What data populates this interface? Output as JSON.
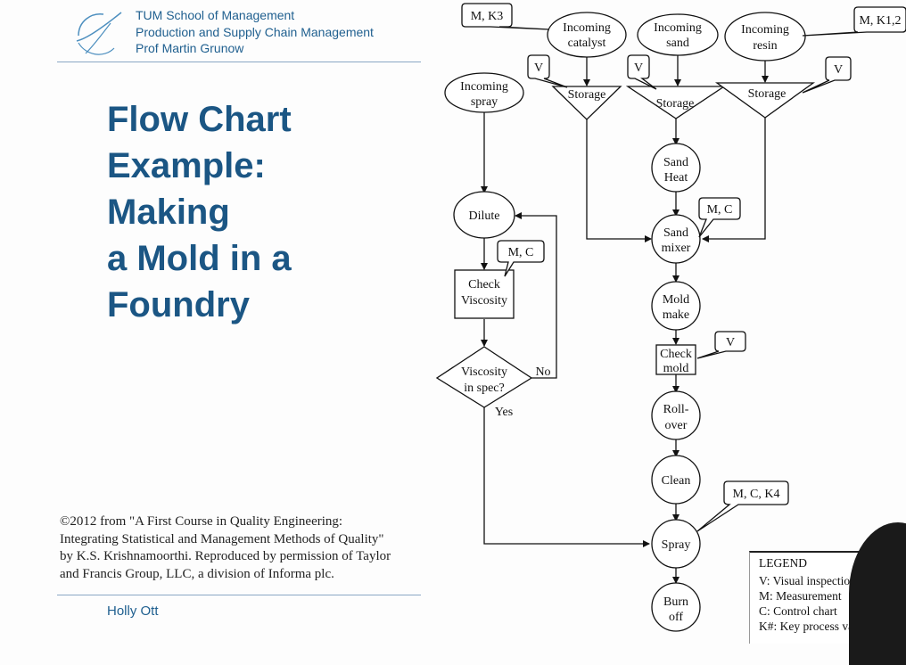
{
  "header": {
    "line1": "TUM School of Management",
    "line2": "Production and Supply Chain Management",
    "line3": "Prof Martin Grunow"
  },
  "title_lines": [
    "Flow Chart",
    "Example:",
    "Making",
    "a Mold in a",
    "Foundry"
  ],
  "citation_lines": [
    "©2012 from \"A First Course in Quality Engineering:",
    "Integrating Statistical and Management Methods of Quality\"",
    "by K.S. Krishnamoorthi. Reproduced by permission of Taylor",
    "and Francis Group, LLC, a division of Informa plc."
  ],
  "presenter": "Holly Ott",
  "flowchart": {
    "incoming_catalyst": [
      "Incoming",
      "catalyst"
    ],
    "incoming_sand": [
      "Incoming",
      "sand"
    ],
    "incoming_resin": [
      "Incoming",
      "resin"
    ],
    "incoming_spray": [
      "Incoming",
      "spray"
    ],
    "storage": "Storage",
    "sand_heat": [
      "Sand",
      "Heat"
    ],
    "sand_mixer": [
      "Sand",
      "mixer"
    ],
    "mold_make": [
      "Mold",
      "make"
    ],
    "check_mold": [
      "Check",
      "mold"
    ],
    "roll_over": [
      "Roll-",
      "over"
    ],
    "clean": "Clean",
    "spray": "Spray",
    "burn_off": [
      "Burn",
      "off"
    ],
    "dilute": "Dilute",
    "check_viscosity": [
      "Check",
      "Viscosity"
    ],
    "viscosity_in_spec": [
      "Viscosity",
      "in spec?"
    ],
    "no": "No",
    "yes": "Yes",
    "callouts": {
      "catalyst": "M, K3",
      "resin": "M, K1,2",
      "visual": "V",
      "mixer": "M, C",
      "viscosity": "M, C",
      "spray": "M, C, K4"
    }
  },
  "legend": {
    "heading": "LEGEND",
    "items": [
      "V:   Visual inspection",
      "M:  Measurement",
      "C:   Control chart",
      "K#: Key process va"
    ]
  }
}
